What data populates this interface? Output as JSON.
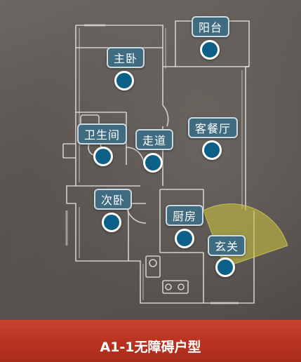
{
  "plan_title": "A1-1无障碍户型",
  "rooms": [
    {
      "id": "balcony",
      "label": "阳台"
    },
    {
      "id": "master-bedroom",
      "label": "主卧"
    },
    {
      "id": "bathroom",
      "label": "卫生间"
    },
    {
      "id": "corridor",
      "label": "走道"
    },
    {
      "id": "living-dining",
      "label": "客餐厅"
    },
    {
      "id": "second-bedroom",
      "label": "次卧"
    },
    {
      "id": "kitchen",
      "label": "厨房"
    },
    {
      "id": "entrance",
      "label": "玄关"
    }
  ],
  "colors": {
    "hotspot": "#0c5f86",
    "tag_bg": "#3f6c80",
    "view_cone": "#c8c040",
    "footer": "#c0392b"
  }
}
